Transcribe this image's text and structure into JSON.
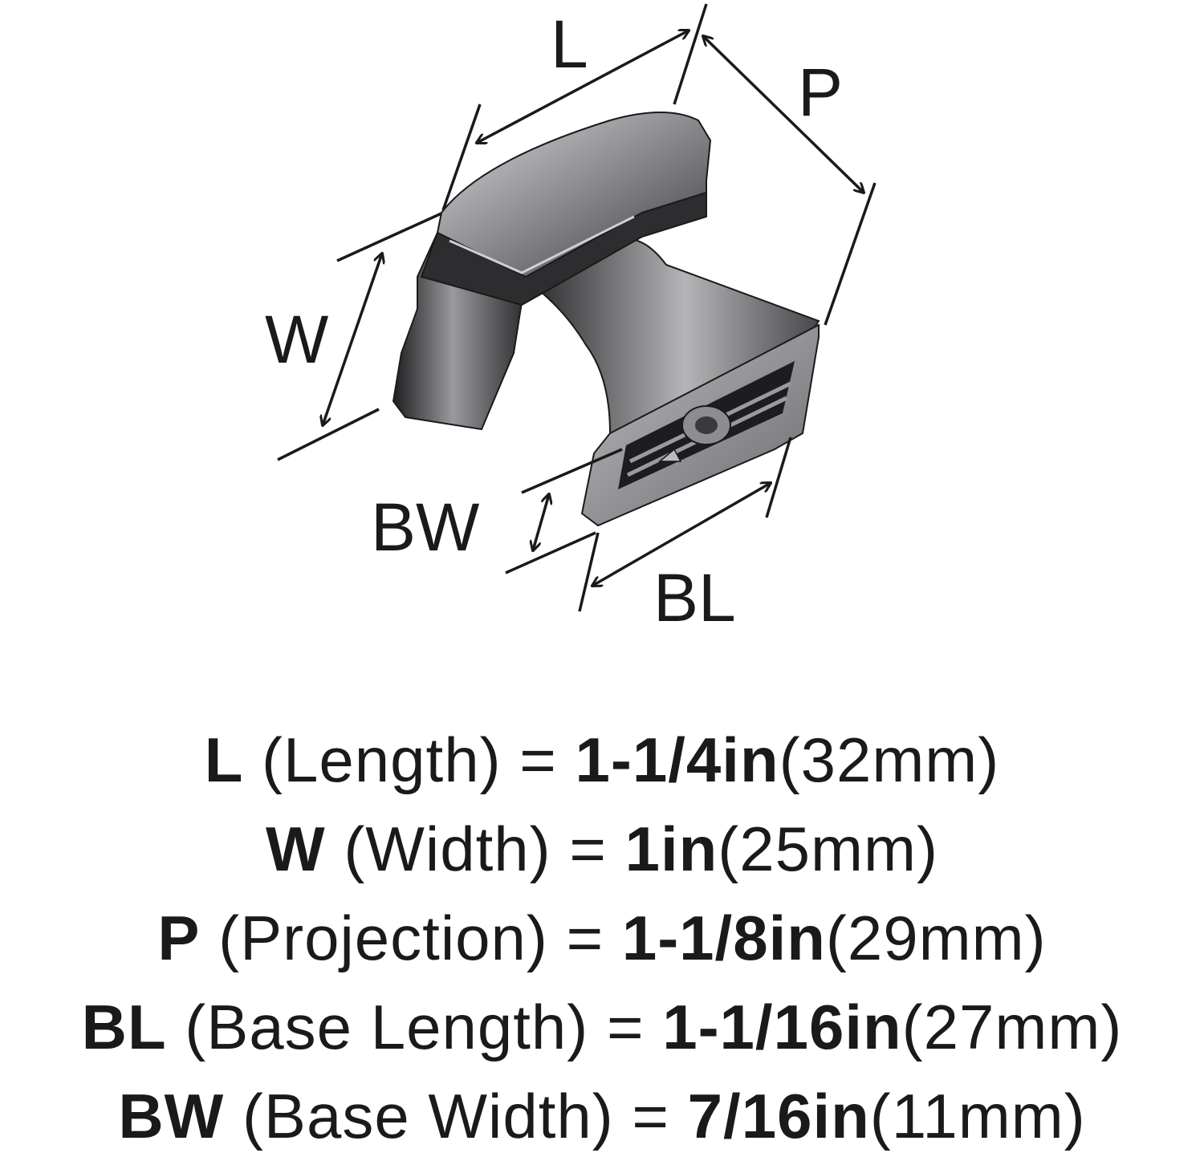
{
  "diagram": {
    "labels": {
      "L": "L",
      "P": "P",
      "W": "W",
      "BW": "BW",
      "BL": "BL"
    },
    "colors": {
      "ink": "#1a1a1a",
      "metal_dark": "#2b2b2d",
      "metal_mid": "#6f6f72",
      "metal_light": "#c9c9cc"
    }
  },
  "specs": [
    {
      "code": "L",
      "desc": "(Length)",
      "eq": "=",
      "value": "1-1/4in",
      "metric": "(32mm)"
    },
    {
      "code": "W",
      "desc": "(Width)",
      "eq": "=",
      "value": "1in",
      "metric": "(25mm)"
    },
    {
      "code": "P",
      "desc": "(Projection)",
      "eq": "=",
      "value": "1-1/8in",
      "metric": "(29mm)"
    },
    {
      "code": "BL",
      "desc": "(Base Length)",
      "eq": "=",
      "value": "1-1/16in",
      "metric": "(27mm)"
    },
    {
      "code": "BW",
      "desc": "(Base Width)",
      "eq": "=",
      "value": "7/16in",
      "metric": "(11mm)"
    }
  ]
}
